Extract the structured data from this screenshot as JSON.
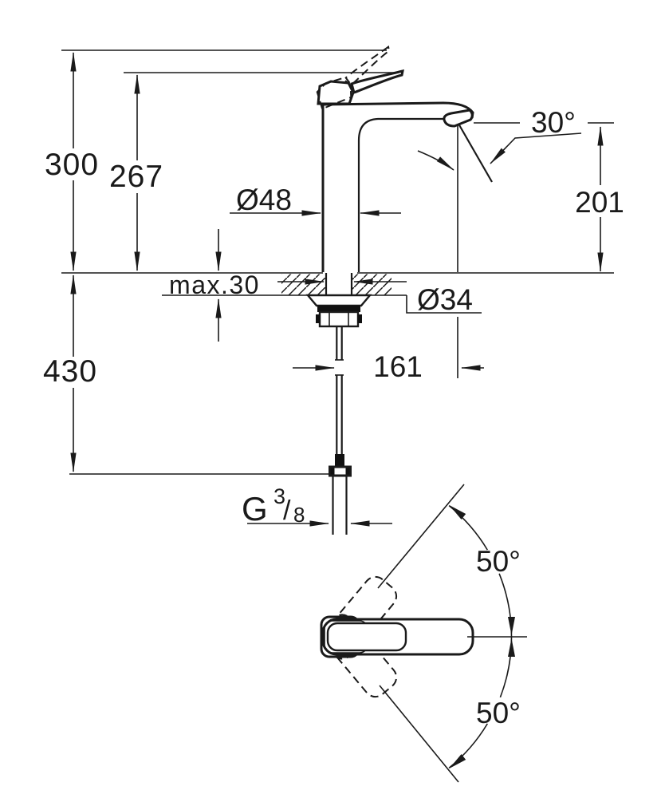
{
  "drawing": {
    "kind": "faucet technical dimension drawing",
    "views": [
      "side elevation with mounting",
      "top view handle swing"
    ],
    "line_color": "#1a1a1a",
    "background": "#ffffff",
    "side_view": {
      "dimensions": {
        "total_height": "300",
        "handle_height": "267",
        "body_diameter": "Ø48",
        "spout_angle": "30°",
        "spout_height": "201",
        "deck_thickness": "max.30",
        "hole_diameter": "Ø34",
        "hose_length": "430",
        "spout_reach": "161",
        "thread_letter": "G",
        "thread_numerator": "3",
        "thread_slash": "/",
        "thread_denominator": "8"
      }
    },
    "top_view": {
      "dimensions": {
        "swing_up": "50°",
        "swing_down": "50°"
      }
    }
  }
}
